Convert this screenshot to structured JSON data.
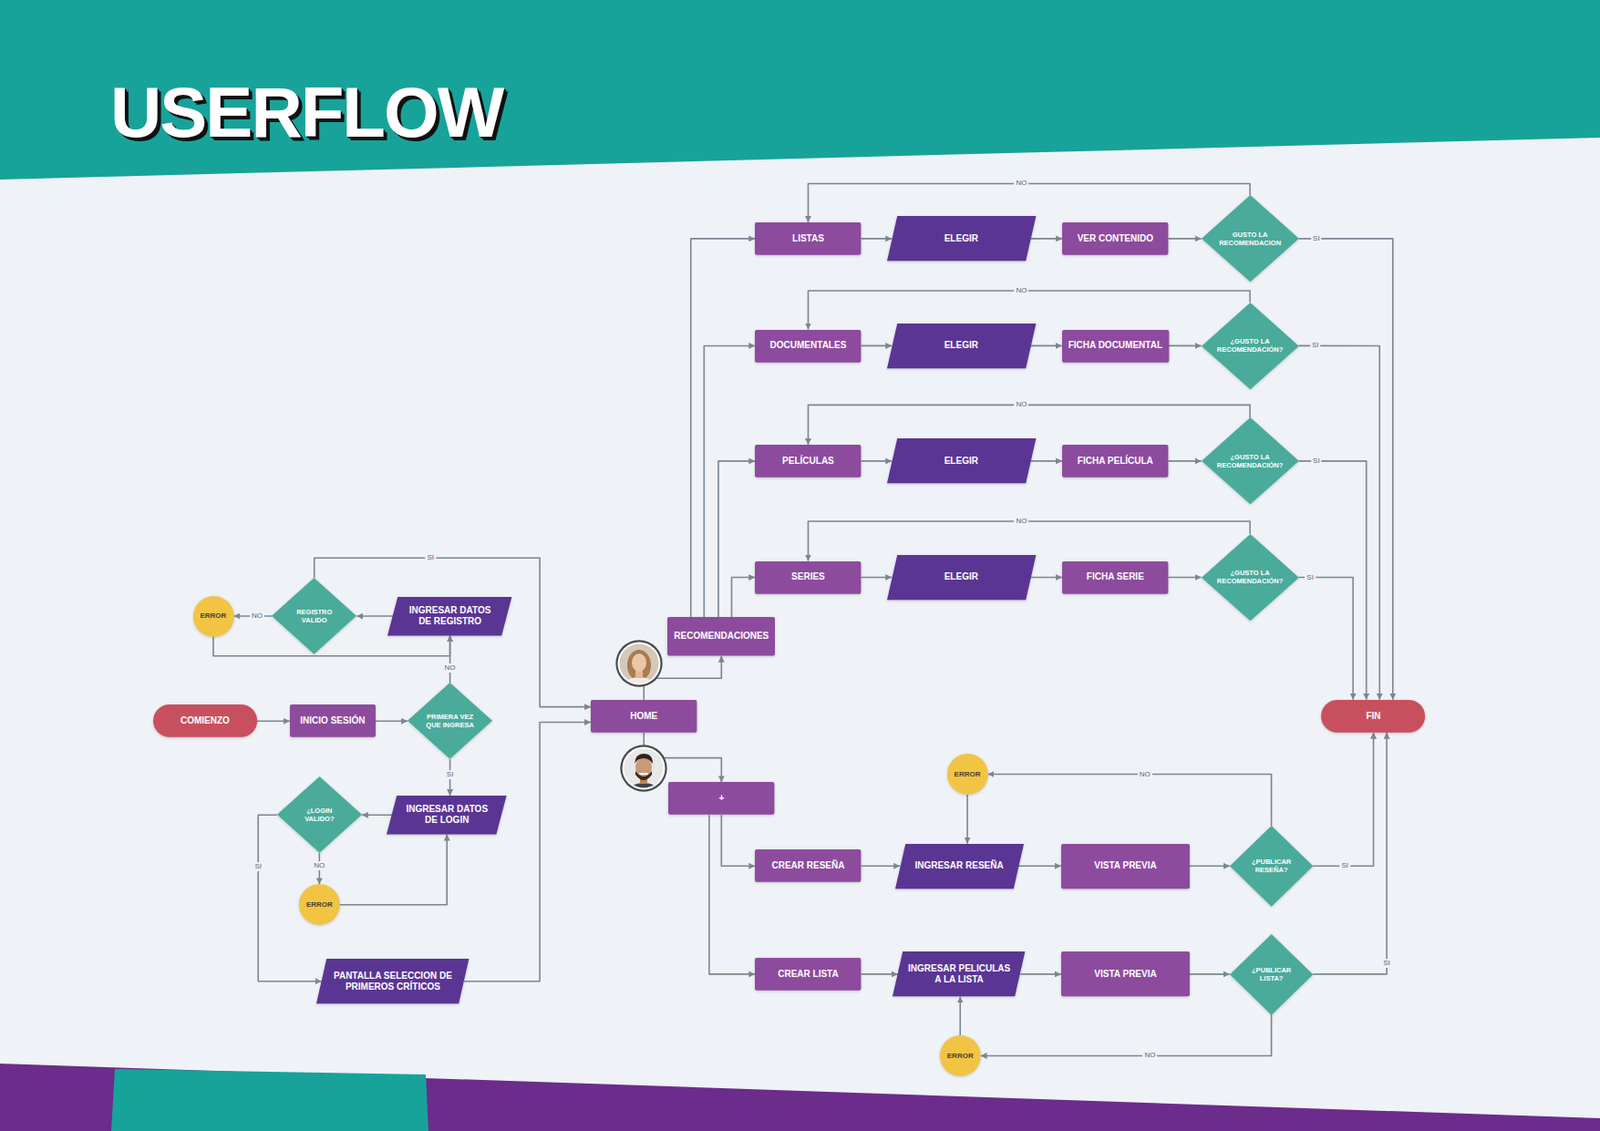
{
  "diagram": {
    "title": "USERFLOW",
    "nodes": [
      {
        "text": [
          "COMIENZO"
        ]
      },
      {
        "text": [
          "INICIO SESIÓN"
        ]
      },
      {
        "text": [
          "PRIMERA VEZ QUE INGRESA"
        ]
      },
      {
        "text": [
          "INGRESAR DATOS DE REGISTRO"
        ]
      },
      {
        "text": [
          "REGISTRO VALIDO"
        ]
      },
      {
        "text": [
          "ERROR"
        ]
      },
      {
        "text": [
          "INGRESAR DATOS DE LOGIN"
        ]
      },
      {
        "text": [
          "¿LOGIN VALIDO?"
        ]
      },
      {
        "text": [
          "ERROR"
        ]
      },
      {
        "text": [
          "PANTALLA SELECCION DE PRIMEROS CRÍTICOS"
        ]
      },
      {
        "text": [
          "HOME"
        ]
      },
      {
        "text": [
          "RECOMENDACIONES"
        ]
      },
      {
        "text": [
          "+"
        ]
      },
      {
        "text": [
          "LISTAS"
        ]
      },
      {
        "text": [
          "ELEGIR"
        ]
      },
      {
        "text": [
          "VER CONTENIDO"
        ]
      },
      {
        "text": [
          "GUSTO LA RECOMENDACION"
        ]
      },
      {
        "text": [
          "DOCUMENTALES"
        ]
      },
      {
        "text": [
          "ELEGIR"
        ]
      },
      {
        "text": [
          "FICHA DOCUMENTAL"
        ]
      },
      {
        "text": [
          "¿GUSTO LA RECOMENDACIÓN?"
        ]
      },
      {
        "text": [
          "PELÍCULAS"
        ]
      },
      {
        "text": [
          "ELEGIR"
        ]
      },
      {
        "text": [
          "FICHA PELÍCULA"
        ]
      },
      {
        "text": [
          "¿GUSTO LA RECOMENDACIÓN?"
        ]
      },
      {
        "text": [
          "SERIES"
        ]
      },
      {
        "text": [
          "ELEGIR"
        ]
      },
      {
        "text": [
          "FICHA SERIE"
        ]
      },
      {
        "text": [
          "¿GUSTO LA RECOMENDACIÓN?"
        ]
      },
      {
        "text": [
          "FIN"
        ]
      },
      {
        "text": [
          "ERROR"
        ]
      },
      {
        "text": [
          "CREAR RESEÑA"
        ]
      },
      {
        "text": [
          "INGRESAR RESEÑA"
        ]
      },
      {
        "text": [
          "VISTA PREVIA"
        ]
      },
      {
        "text": [
          "¿PUBLICAR RESEÑA?"
        ]
      },
      {
        "text": [
          "CREAR LISTA"
        ]
      },
      {
        "text": [
          "INGRESAR PELICULAS A LA LISTA"
        ]
      },
      {
        "text": [
          "VISTA PREVIA"
        ]
      },
      {
        "text": [
          "¿PUBLICAR LISTA?"
        ]
      },
      {
        "text": [
          "ERROR"
        ]
      }
    ],
    "edges": [
      {
        "from": 0,
        "to": 1,
        "arrow": "to"
      },
      {
        "from": 1,
        "to": 2,
        "arrow": "to"
      },
      {
        "from": 2,
        "to": 3,
        "label": "NO",
        "arrow": "to"
      },
      {
        "from": 5,
        "to": 3,
        "arrow": "to"
      },
      {
        "from": 3,
        "to": 4,
        "arrow": "to"
      },
      {
        "from": 4,
        "to": 5,
        "label": "NO",
        "arrow": "to"
      },
      {
        "from": 4,
        "to": 10,
        "label": "SI",
        "arrow": "to"
      },
      {
        "from": 2,
        "to": 6,
        "label": "SI",
        "arrow": "to"
      },
      {
        "from": 6,
        "to": 7,
        "arrow": "to"
      },
      {
        "from": 7,
        "to": 8,
        "label": "NO",
        "arrow": "to"
      },
      {
        "from": 8,
        "to": 6,
        "arrow": "to"
      },
      {
        "from": 7,
        "to": 9,
        "label": "SI",
        "arrow": "to"
      },
      {
        "from": 9,
        "to": 10,
        "arrow": "to"
      },
      {
        "from": 10,
        "to": 11,
        "arrow": "to"
      },
      {
        "from": 10,
        "to": 12,
        "arrow": "to"
      },
      {
        "from": 11,
        "to": 13,
        "arrow": "to"
      },
      {
        "from": 11,
        "to": 17,
        "arrow": "to"
      },
      {
        "from": 11,
        "to": 21,
        "arrow": "to"
      },
      {
        "from": 11,
        "to": 25,
        "arrow": "to"
      },
      {
        "from": 13,
        "to": 14,
        "arrow": "to"
      },
      {
        "from": 14,
        "to": 15,
        "arrow": "to"
      },
      {
        "from": 15,
        "to": 16,
        "arrow": "to"
      },
      {
        "from": 16,
        "to": 13,
        "label": "NO",
        "arrow": "to"
      },
      {
        "from": 16,
        "to": 29,
        "label": "SI",
        "arrow": "to"
      },
      {
        "from": 17,
        "to": 18,
        "arrow": "to"
      },
      {
        "from": 18,
        "to": 19,
        "arrow": "to"
      },
      {
        "from": 19,
        "to": 20,
        "arrow": "to"
      },
      {
        "from": 20,
        "to": 17,
        "label": "NO",
        "arrow": "to"
      },
      {
        "from": 20,
        "to": 29,
        "label": "SI",
        "arrow": "to"
      },
      {
        "from": 21,
        "to": 22,
        "arrow": "to"
      },
      {
        "from": 22,
        "to": 23,
        "arrow": "to"
      },
      {
        "from": 23,
        "to": 24,
        "arrow": "to"
      },
      {
        "from": 24,
        "to": 21,
        "label": "NO",
        "arrow": "to"
      },
      {
        "from": 24,
        "to": 29,
        "label": "SI",
        "arrow": "to"
      },
      {
        "from": 25,
        "to": 26,
        "arrow": "to"
      },
      {
        "from": 26,
        "to": 27,
        "arrow": "to"
      },
      {
        "from": 27,
        "to": 28,
        "arrow": "to"
      },
      {
        "from": 28,
        "to": 25,
        "label": "NO",
        "arrow": "to"
      },
      {
        "from": 28,
        "to": 29,
        "label": "SI",
        "arrow": "to"
      },
      {
        "from": 12,
        "to": 31,
        "arrow": "to"
      },
      {
        "from": 12,
        "to": 35,
        "arrow": "to"
      },
      {
        "from": 31,
        "to": 32,
        "arrow": "to"
      },
      {
        "from": 32,
        "to": 33,
        "arrow": "to"
      },
      {
        "from": 33,
        "to": 34,
        "arrow": "to"
      },
      {
        "from": 34,
        "to": 30,
        "label": "NO",
        "arrow": "to"
      },
      {
        "from": 30,
        "to": 32,
        "arrow": "to"
      },
      {
        "from": 34,
        "to": 29,
        "label": "SI",
        "arrow": "to"
      },
      {
        "from": 35,
        "to": 36,
        "arrow": "to"
      },
      {
        "from": 36,
        "to": 37,
        "arrow": "to"
      },
      {
        "from": 37,
        "to": 38,
        "arrow": "to"
      },
      {
        "from": 38,
        "to": 39,
        "label": "NO",
        "arrow": "to"
      },
      {
        "from": 39,
        "to": 36,
        "arrow": "to"
      },
      {
        "from": 38,
        "to": 29,
        "label": "SI",
        "arrow": "to"
      }
    ]
  }
}
